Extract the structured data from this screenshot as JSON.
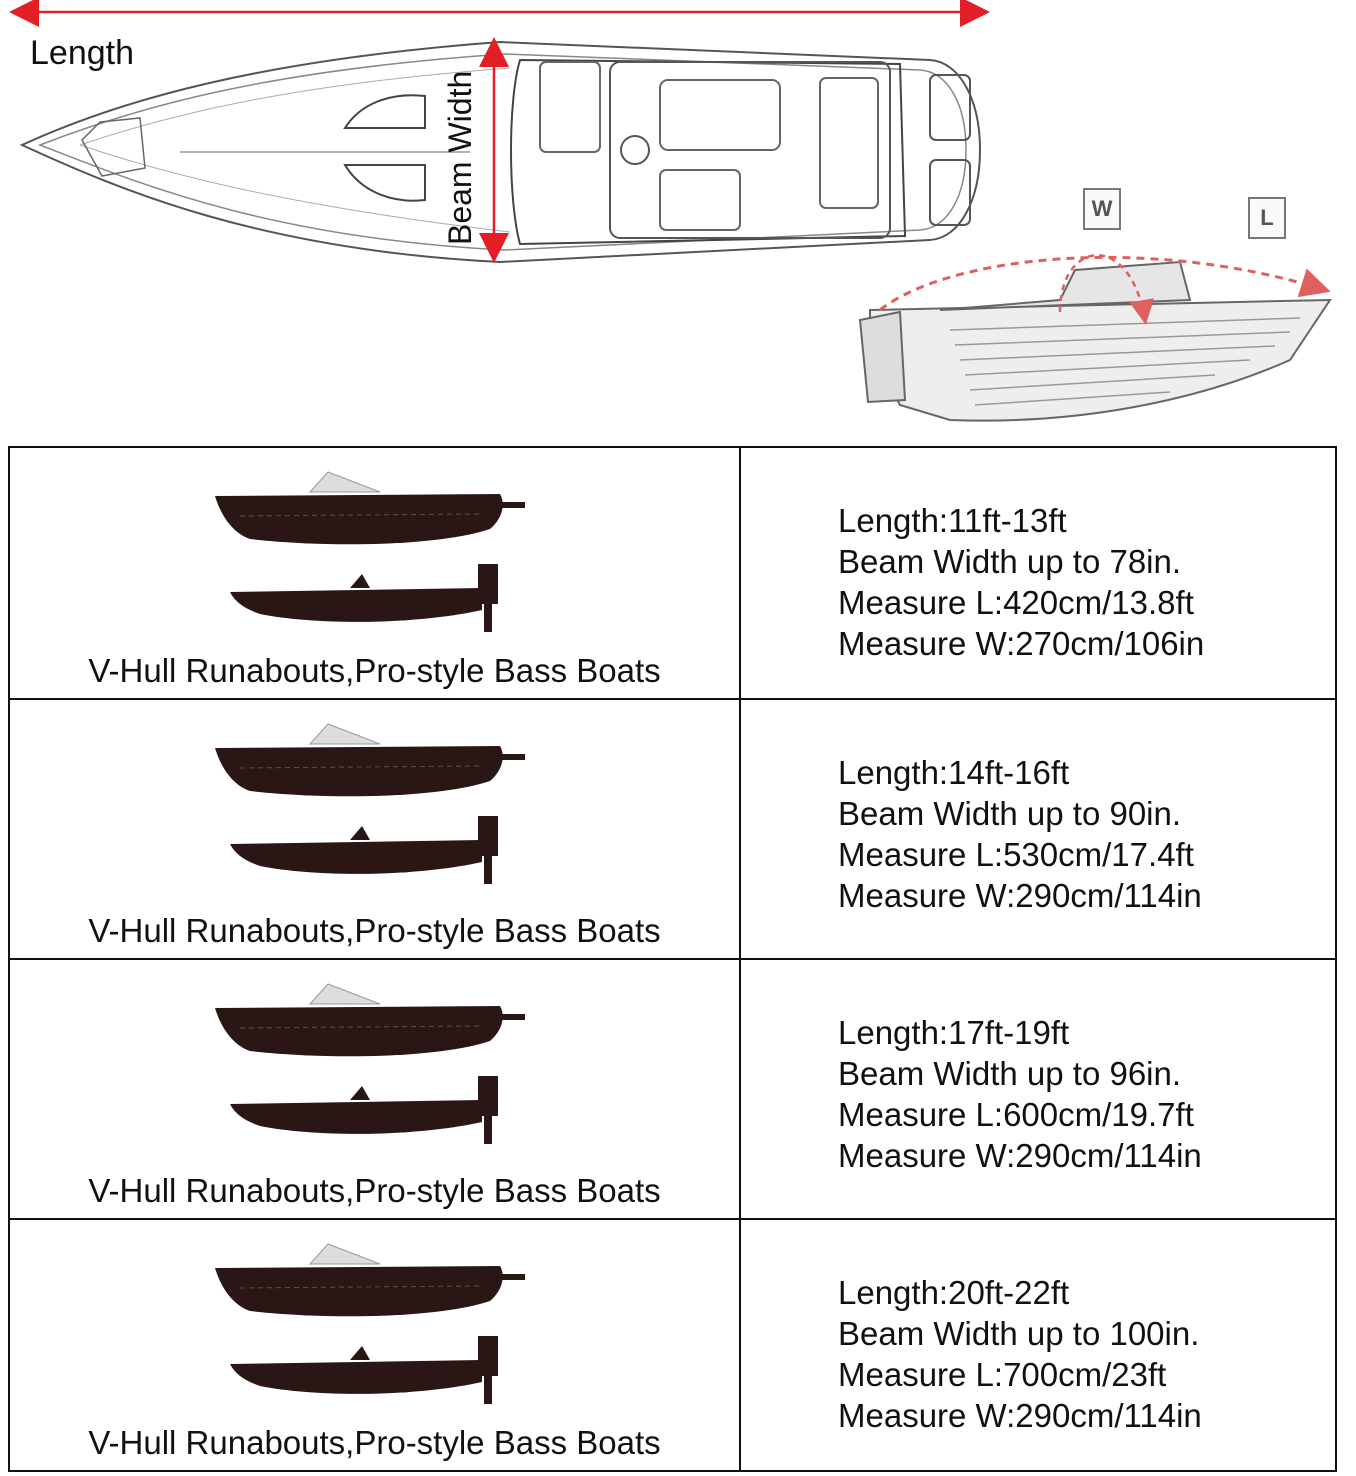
{
  "diagram": {
    "length_label": "Length",
    "beam_width_label": "Beam Width",
    "w_tag": "W",
    "l_tag": "L",
    "accent_color": "#e41e26"
  },
  "table": {
    "rows": [
      {
        "caption": "V-Hull Runabouts,Pro-style Bass Boats",
        "length": "Length:11ft-13ft",
        "beam": "Beam Width up to 78in.",
        "measure_l": "Measure L:420cm/13.8ft",
        "measure_w": "Measure W:270cm/106in"
      },
      {
        "caption": "V-Hull Runabouts,Pro-style Bass Boats",
        "length": "Length:14ft-16ft",
        "beam": "Beam Width up to 90in.",
        "measure_l": "Measure L:530cm/17.4ft",
        "measure_w": "Measure W:290cm/114in"
      },
      {
        "caption": "V-Hull Runabouts,Pro-style Bass Boats",
        "length": "Length:17ft-19ft",
        "beam": "Beam Width up to 96in.",
        "measure_l": "Measure L:600cm/19.7ft",
        "measure_w": "Measure W:290cm/114in"
      },
      {
        "caption": "V-Hull Runabouts,Pro-style Bass Boats",
        "length": "Length:20ft-22ft",
        "beam": "Beam Width up to 100in.",
        "measure_l": "Measure L:700cm/23ft",
        "measure_w": "Measure W:290cm/114in"
      }
    ]
  }
}
